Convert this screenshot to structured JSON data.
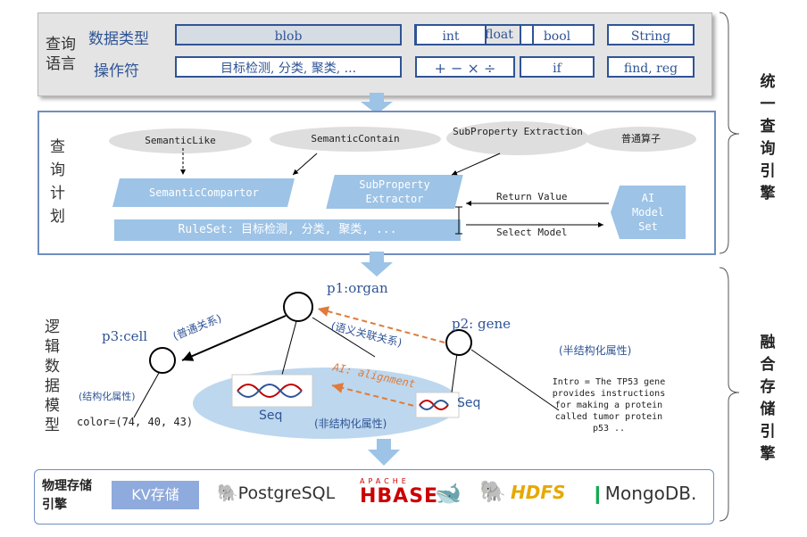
{
  "query_language": {
    "title": "查询语言",
    "row1_label": "数据类型",
    "row2_label": "操作符",
    "types": [
      "blob",
      "int",
      "float",
      "bool",
      "String"
    ],
    "operators": [
      "目标检测, 分类, 聚类, ...",
      "+ − × ÷",
      "if",
      "find, reg"
    ]
  },
  "query_plan": {
    "title": "查询计划",
    "ellipses": [
      "SemanticLike",
      "SemanticContain",
      "SubProperty Extraction",
      "普通算子"
    ],
    "comparator": "SemanticCompartor",
    "extractor": "SubProperty Extractor",
    "ruleset": "RuleSet: 目标检测, 分类, 聚类, ...",
    "return_value": "Return Value",
    "select_model": "Select Model",
    "ai_model_set": "AI Model Set"
  },
  "logical_model": {
    "title": "逻辑数据模型",
    "p1": "p1:organ",
    "p2": "p2: gene",
    "p3": "p3:cell",
    "normal_relation": "(普通关系)",
    "semantic_relation": "(语义关联关系)",
    "structured_attr": "(结构化属性)",
    "color_value": "color=(74, 40, 43)",
    "semi_structured_attr": "(半结构化属性)",
    "intro_text": "Intro = The TP53 gene provides instructions for making a protein called tumor protein p53 ..",
    "seq_left": "Seq",
    "seq_right": "Seq",
    "ai_alignment": "AI: alignment",
    "unstructured_attr": "(非结构化属性)"
  },
  "storage": {
    "title": "物理存储引擎",
    "kv": "KV存储",
    "postgres": "PostgreSQL",
    "hbase_top": "APACHE",
    "hbase": "HBASE",
    "hdfs": "HDFS",
    "mongodb": "MongoDB."
  },
  "side_labels": {
    "unified_query_engine": "统一查询引擎",
    "fusion_storage_engine": "融合存储引擎"
  },
  "colors": {
    "blue_dark": "#2f5496",
    "blue_light": "#9dc3e6",
    "orange": "#e07b39",
    "arrow_fill": "#9dc3e6"
  }
}
